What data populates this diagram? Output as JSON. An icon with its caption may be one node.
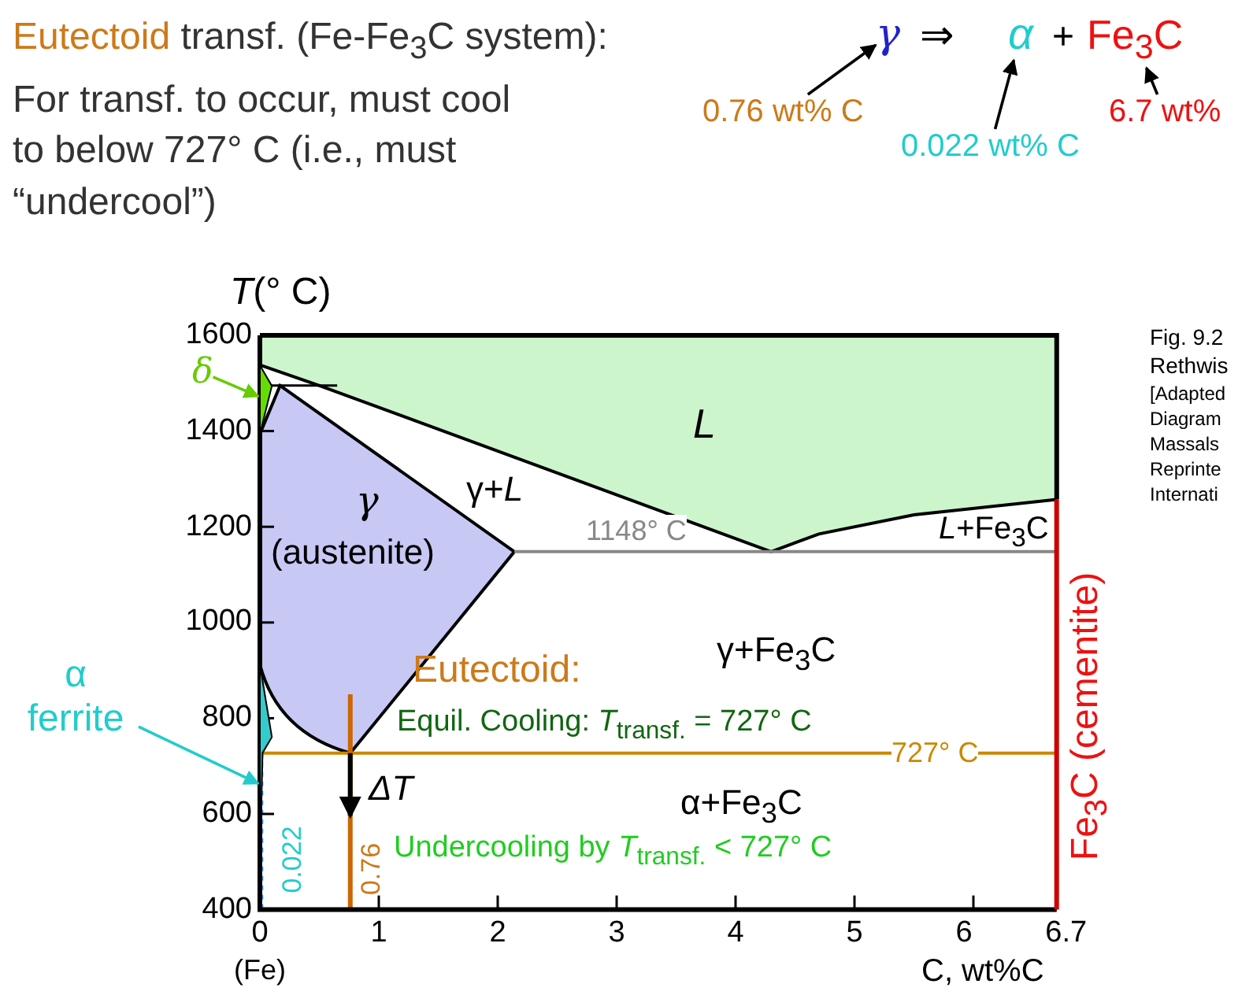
{
  "diagram": {
    "title": "Eutectoid transf. (Fe-Fe$_{3}$C system):",
    "nodes": [
      {
        "text": [
          "γ"
        ]
      },
      {
        "text": [
          "α"
        ]
      },
      {
        "text": [
          "Fe$_{3}$C"
        ]
      },
      {
        "text": [
          "0.76 wt% C"
        ]
      },
      {
        "text": [
          "0.022 wt% C"
        ]
      },
      {
        "text": [
          "6.7 wt%"
        ]
      },
      {
        "text": [
          "δ"
        ]
      },
      {
        "text": [],
        "shape": "triangle"
      },
      {
        "text": [
          "α ferrite"
        ]
      },
      {
        "text": [],
        "shape": "bar"
      }
    ],
    "edges": [
      {
        "from": 3,
        "to": 0,
        "arrow": "to"
      },
      {
        "from": 4,
        "to": 1,
        "arrow": "to"
      },
      {
        "from": 5,
        "to": 2,
        "arrow": "to"
      },
      {
        "from": 6,
        "to": 7,
        "arrow": "to",
        "color": "#66cc00"
      },
      {
        "from": 8,
        "to": 9,
        "arrow": "to",
        "color": "#22cccc"
      }
    ],
    "labels": [
      "For transf. to occur, must cool to below 727° C (i.e., must “undercool”)",
      "⇒",
      "+",
      "*T*(° C)",
      "1600",
      "1400",
      "*L*",
      "γ",
      "(austenite)",
      "γ+*L*",
      "1200",
      "1148° C",
      "*L*+Fe$_{3}$C",
      "1000",
      "γ+Fe$_{3}$C",
      "Eutectoid:",
      "800",
      "Equil. Cooling: *T*$_{transf.}$ = 727° C",
      "727° C",
      "ΔT",
      "α+Fe$_{3}$C",
      "600",
      "Undercooling by *T*$_{transf.}$ < 727° C",
      "Fe$_{3}$C (cementite)",
      "400",
      "0.022",
      "0.76",
      "0",
      "1",
      "2",
      "3",
      "4",
      "5",
      "6",
      "6.7",
      "(Fe)",
      "C, wt%C",
      "Fig. 9.2",
      "Rethwis",
      "[Adapted",
      "Diagram",
      "Massals",
      "Reprinte",
      "Internati"
    ]
  }
}
